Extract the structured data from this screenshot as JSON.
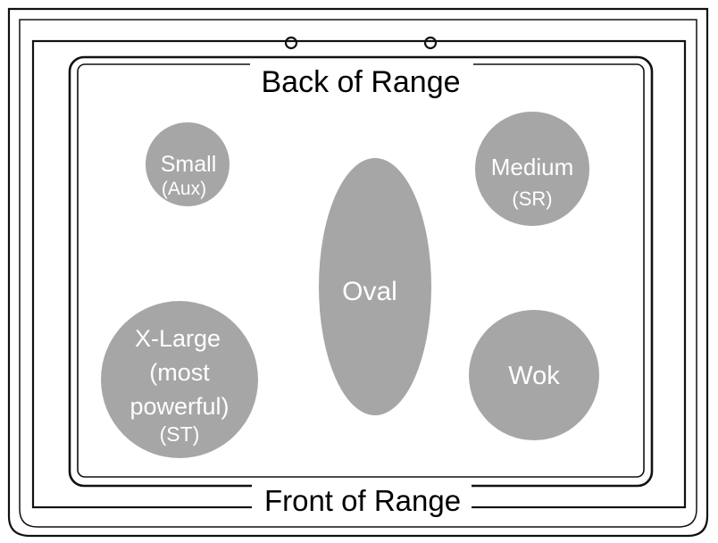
{
  "labels": {
    "back": "Back of Range",
    "front": "Front of Range"
  },
  "burners": {
    "small": {
      "name": "Small",
      "code": "(Aux)"
    },
    "medium": {
      "name": "Medium",
      "code": "(SR)"
    },
    "oval": {
      "name": "Oval"
    },
    "xlarge": {
      "line1": "X-Large",
      "line2": "(most",
      "line3": "powerful)",
      "code": "(ST)"
    },
    "wok": {
      "name": "Wok"
    }
  },
  "colors": {
    "burner_fill": "#a6a6a6",
    "outline": "#111111",
    "burner_text": "#ffffff"
  }
}
